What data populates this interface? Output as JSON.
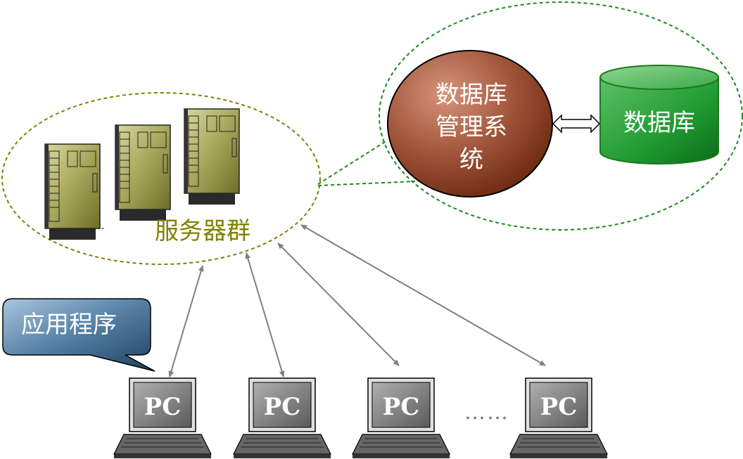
{
  "server_group": {
    "label": "服务器群"
  },
  "dbms": {
    "line1": "数据库",
    "line2": "管理系",
    "line3": "统"
  },
  "database": {
    "label": "数据库"
  },
  "app_callout": {
    "label": "应用程序"
  },
  "pcs": [
    {
      "label": "PC"
    },
    {
      "label": "PC"
    },
    {
      "label": "PC"
    },
    {
      "label": "PC"
    }
  ],
  "ellipsis": "……",
  "colors": {
    "server_ellipse": "#808000",
    "db_ellipse": "#1a8a1a",
    "dbms_fill": "#8b3a1f",
    "database_fill": "#1f8f2f",
    "callout_fill": "#2d5a80",
    "arrow": "#808080",
    "server_text": "#808000"
  }
}
